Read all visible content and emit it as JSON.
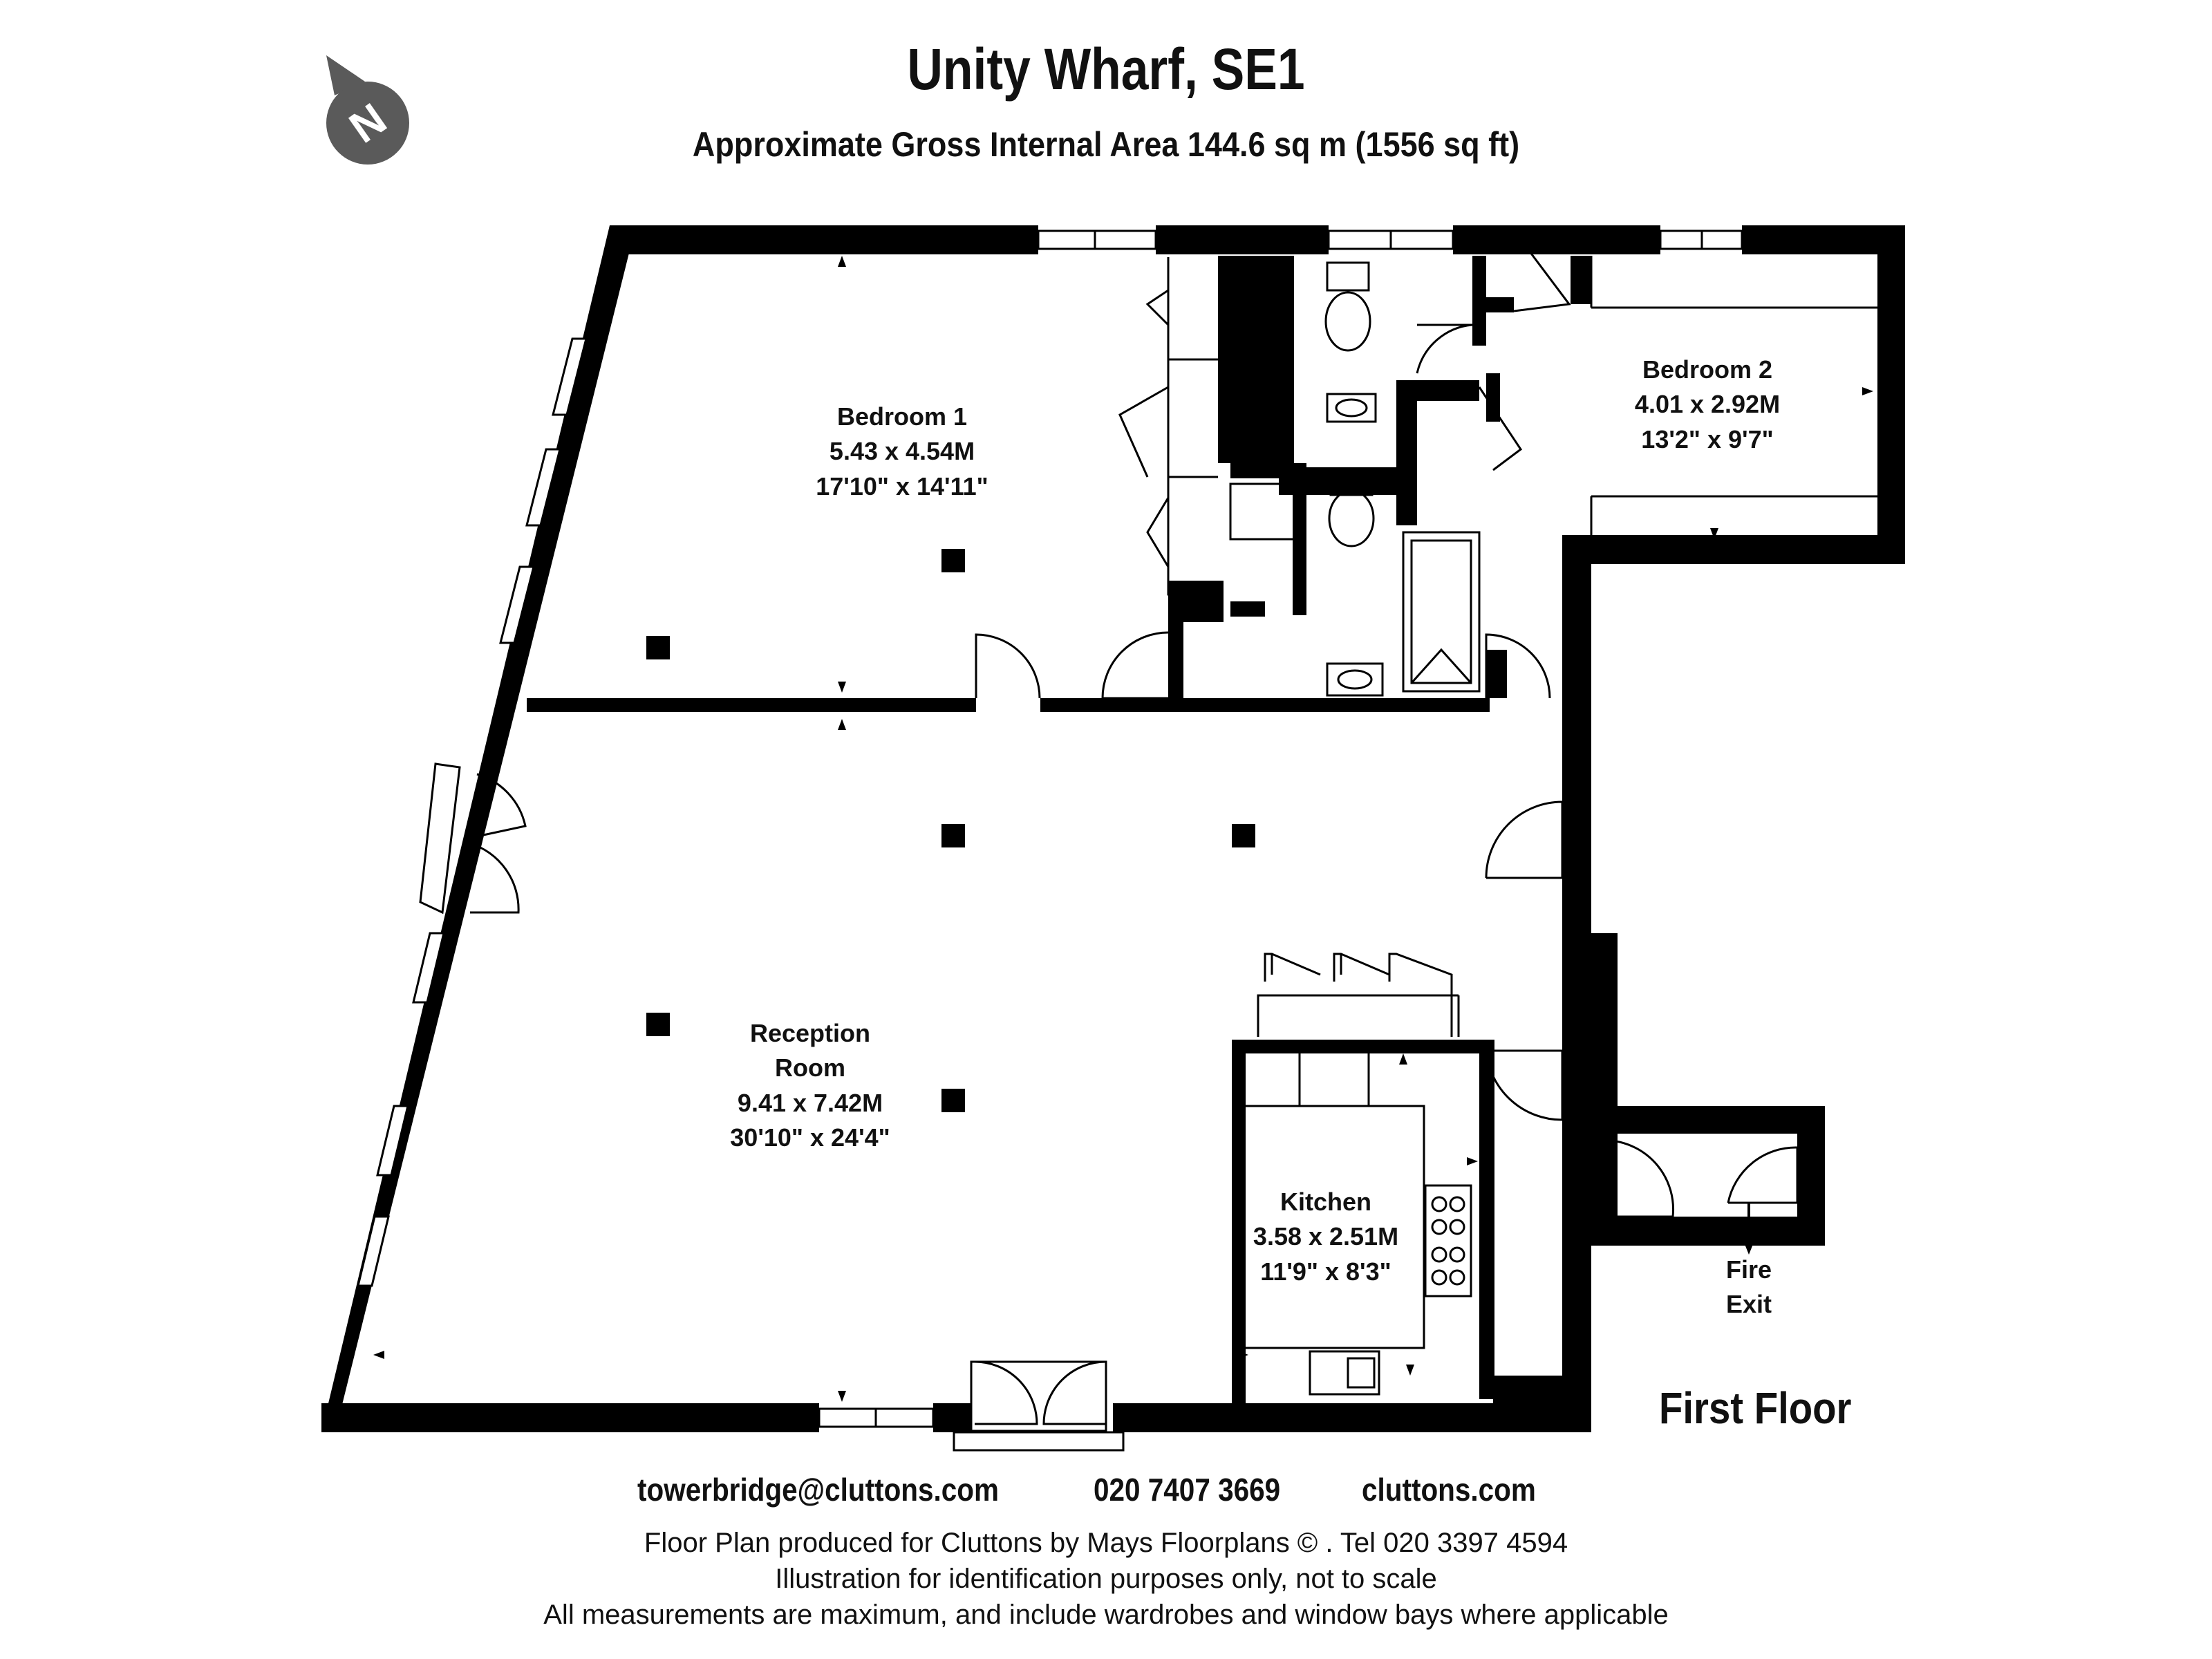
{
  "header": {
    "title": "Unity Wharf, SE1",
    "subtitle": "Approximate Gross Internal Area  144.6 sq m  (1556 sq ft)"
  },
  "compass": {
    "letter": "N"
  },
  "rooms": {
    "bedroom1": {
      "name": "Bedroom 1",
      "metric": "5.43 x 4.54M",
      "imperial": "17'10\" x 14'11\""
    },
    "bedroom2": {
      "name": "Bedroom 2",
      "metric": "4.01 x 2.92M",
      "imperial": "13'2\" x 9'7\""
    },
    "reception": {
      "name_line1": "Reception",
      "name_line2": "Room",
      "metric": "9.41 x 7.42M",
      "imperial": "30'10\" x 24'4\""
    },
    "kitchen": {
      "name": "Kitchen",
      "metric": "3.58 x 2.51M",
      "imperial": "11'9\" x 8'3\""
    }
  },
  "fire_exit": {
    "line1": "Fire",
    "line2": "Exit"
  },
  "floor_label": "First Floor",
  "contacts": {
    "email": "towerbridge@cluttons.com",
    "phone": "020 7407 3669",
    "website": "cluttons.com"
  },
  "footer": {
    "line1": "Floor Plan produced for Cluttons by Mays Floorplans  ©  . Tel 020 3397 4594",
    "line2": "Illustration for identification purposes only, not to scale",
    "line3": "All measurements are maximum, and include wardrobes and window bays where applicable"
  },
  "colors": {
    "wall": "#000000",
    "compass": "#5a5a5a",
    "fixture": "#555555"
  }
}
